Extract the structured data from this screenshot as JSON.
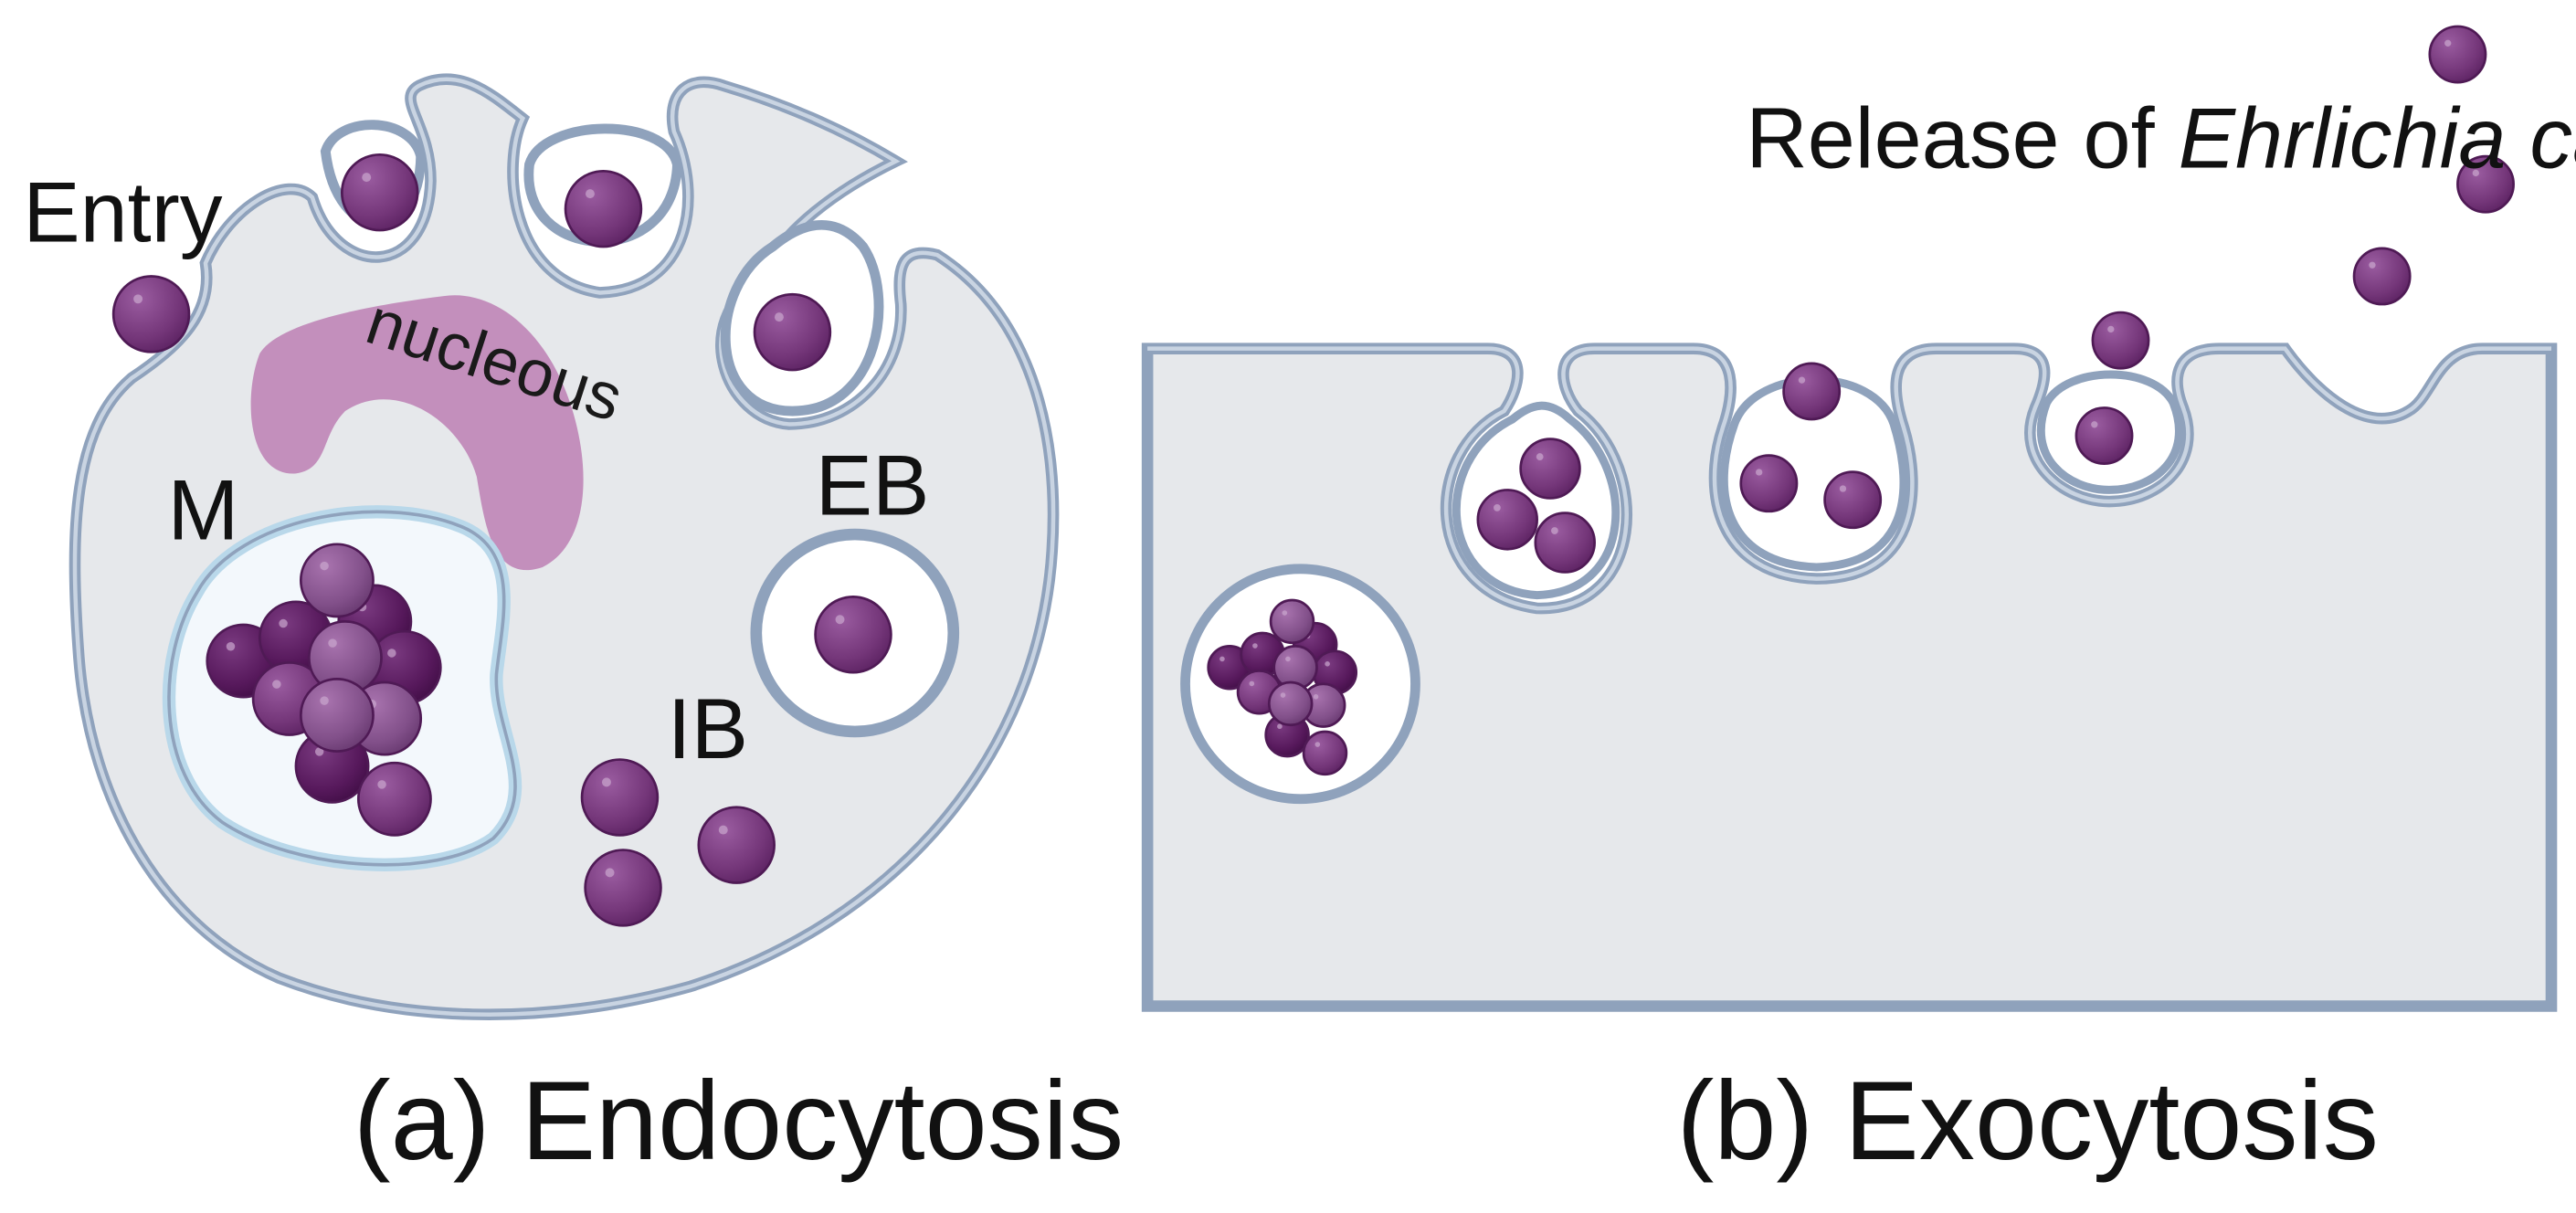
{
  "panel_a": {
    "caption": "(a) Endocytosis",
    "labels": {
      "entry": "Entry",
      "nucleus": "nucleous",
      "m": "M",
      "eb": "EB",
      "ib": "IB"
    }
  },
  "panel_b": {
    "caption": "(b) Exocytosis",
    "release_prefix": "Release of ",
    "release_species": "Ehrlichia canis"
  },
  "colors": {
    "cell_fill": "#e6e8eb",
    "membrane_outer": "#8fa2bc",
    "membrane_inner": "#c9d4e2",
    "bacterium": "#7a3a80",
    "bacterium_dark": "#5a1f60",
    "nucleus": "#c38fbc",
    "morula_fill": "#f3f8fc",
    "morula_ring": "#b9d8ea"
  }
}
